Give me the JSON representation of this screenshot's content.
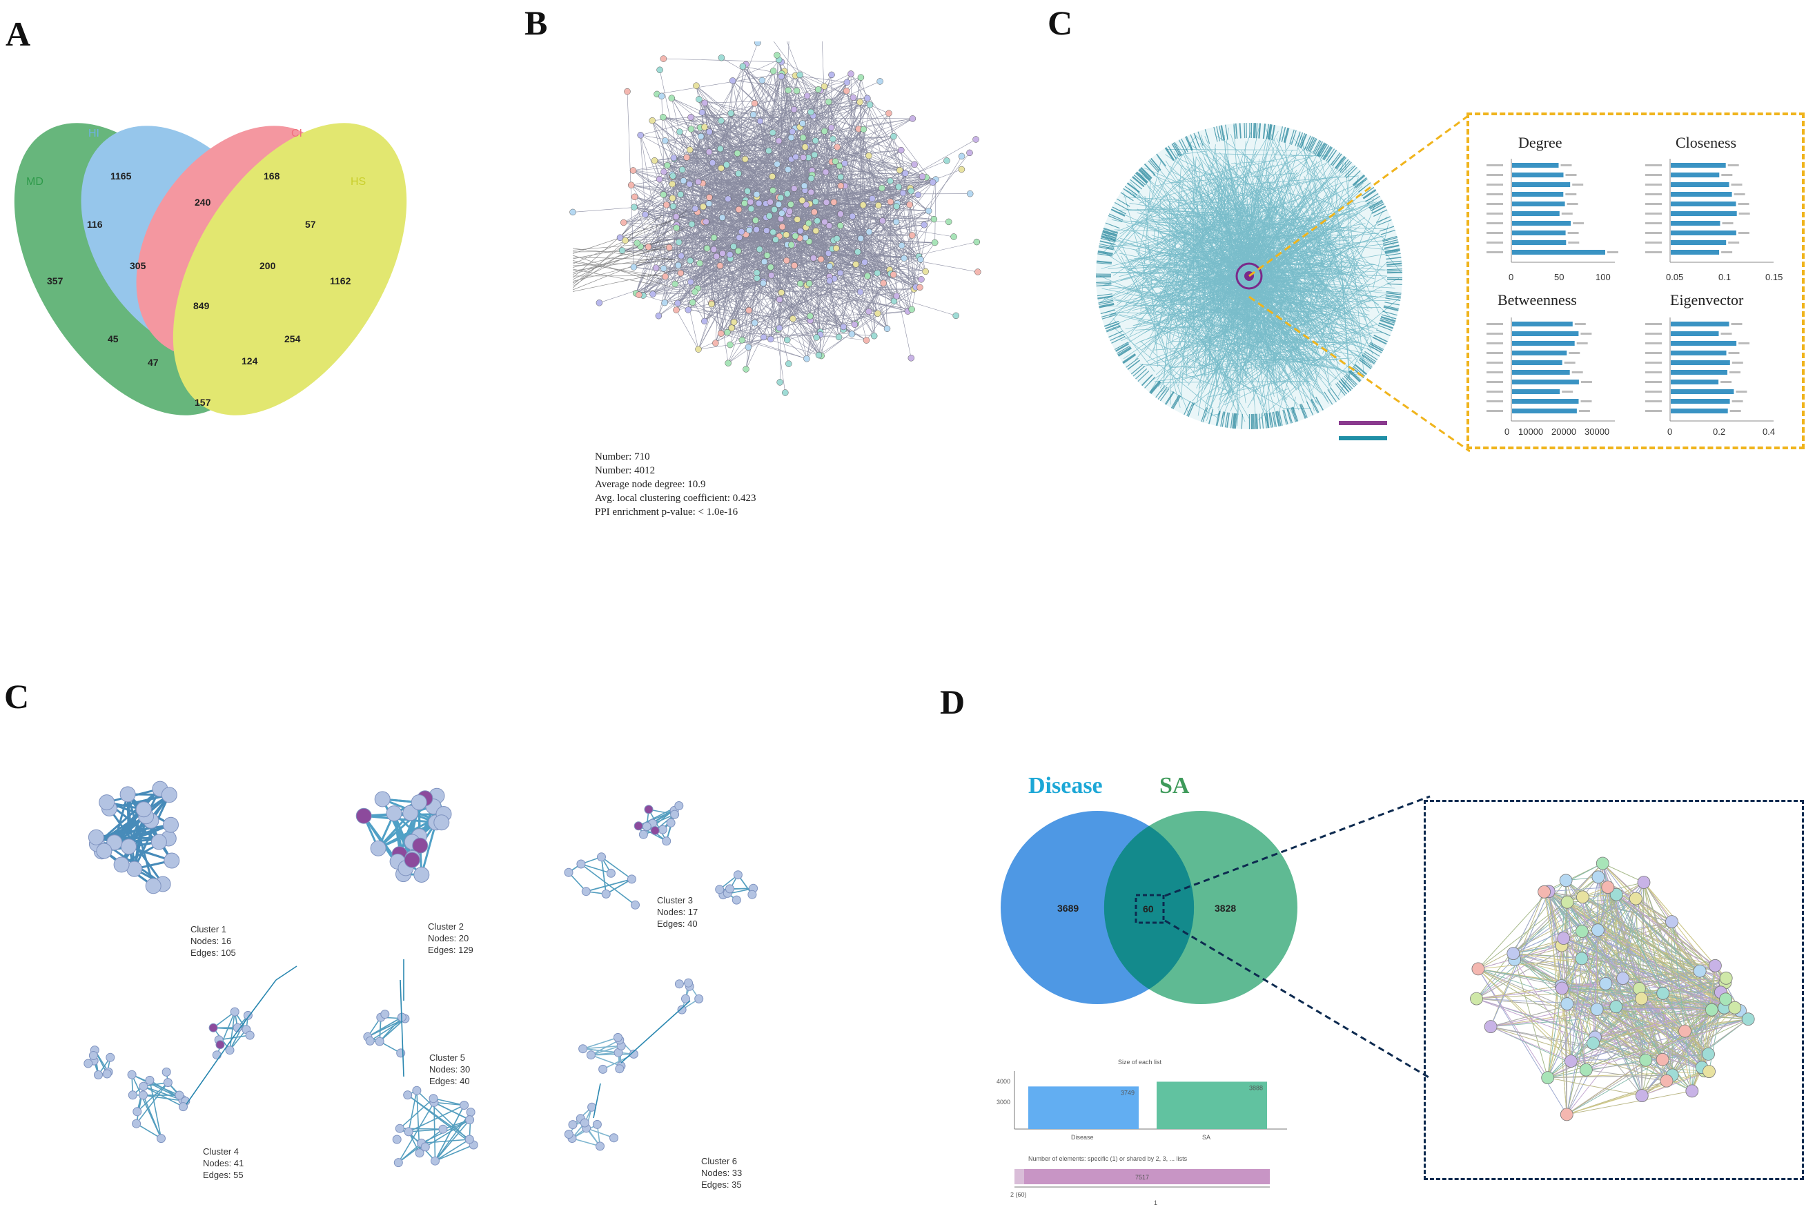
{
  "panels": {
    "a": {
      "letter": "A"
    },
    "b": {
      "letter": "B"
    },
    "c_top": {
      "letter": "C"
    },
    "c_bottom": {
      "letter": "C"
    },
    "d": {
      "letter": "D"
    }
  },
  "venn4": {
    "sets": [
      {
        "name": "MD",
        "color": "#2e9a4a"
      },
      {
        "name": "HI",
        "color": "#6fb1e4"
      },
      {
        "name": "CI",
        "color": "#f0707c"
      },
      {
        "name": "HS",
        "color": "#d7de3a"
      }
    ],
    "regions": [
      "1165",
      "168",
      "357",
      "1162",
      "116",
      "240",
      "57",
      "305",
      "200",
      "849",
      "45",
      "254",
      "47",
      "124",
      "157"
    ]
  },
  "ppi_stats": {
    "lines": [
      "Number: 710",
      "Number: 4012",
      "Average node degree: 10.9",
      "Avg. local clustering coefficient: 0.423",
      "PPI enrichment p-value: < 1.0e-16"
    ]
  },
  "topology": {
    "metrics": [
      {
        "title": "Degree",
        "ticks": [
          "0",
          "50",
          "100"
        ]
      },
      {
        "title": "Closeness",
        "ticks": [
          "0.05",
          "0.1",
          "0.15"
        ]
      },
      {
        "title": "Betweenness",
        "ticks": [
          "0",
          "10000",
          "20000",
          "30000"
        ]
      },
      {
        "title": "Eigenvector",
        "ticks": [
          "0",
          "0.2",
          "0.4"
        ]
      }
    ],
    "colors": {
      "bar": "#3a93c3",
      "highlight": "#f0b41c",
      "network": "#1f8fa6"
    }
  },
  "clusters": [
    {
      "name": "Cluster 1",
      "nodes": "Nodes: 16",
      "edges": "Edges: 105"
    },
    {
      "name": "Cluster 2",
      "nodes": "Nodes: 20",
      "edges": "Edges: 129"
    },
    {
      "name": "Cluster 3",
      "nodes": "Nodes: 17",
      "edges": "Edges: 40"
    },
    {
      "name": "Cluster 4",
      "nodes": "Nodes: 41",
      "edges": "Edges: 55"
    },
    {
      "name": "Cluster 5",
      "nodes": "Nodes: 30",
      "edges": "Edges: 40"
    },
    {
      "name": "Cluster 6",
      "nodes": "Nodes: 33",
      "edges": "Edges: 35"
    }
  ],
  "venn2": {
    "disease_label": "Disease",
    "sa_label": "SA",
    "colors": {
      "disease": "#2f86df",
      "sa": "#2aa36f",
      "overlap": "#138a8c"
    },
    "regions": [
      "3689",
      "60",
      "3828"
    ]
  },
  "chart_data": {
    "type": "bar",
    "title": "Size of each list",
    "categories": [
      "Disease",
      "SA"
    ],
    "values": [
      3749,
      3888
    ],
    "data_labels": [
      "3749",
      "3888"
    ],
    "yticks": [
      "4000",
      "3000"
    ],
    "bar_colors": [
      "#62aef2",
      "#61c2a0"
    ],
    "subtitle": "Number of elements: specific (1) or shared by 2, 3, ... lists",
    "shared_bar": {
      "labels": [
        "60",
        "7517"
      ],
      "axis_ticks": [
        "2 (60)",
        "1"
      ],
      "color": "#c895c5"
    }
  }
}
